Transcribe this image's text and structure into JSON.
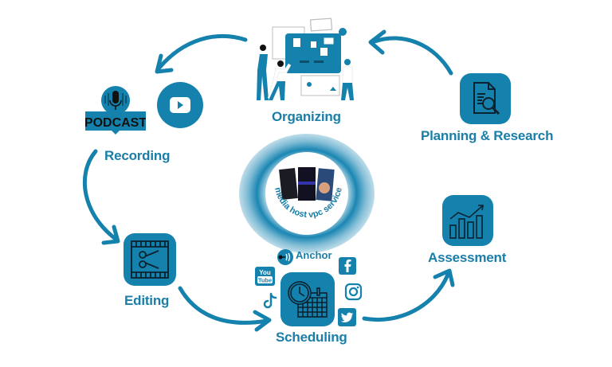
{
  "diagram": {
    "type": "cycle",
    "accent_color": "#1581ad",
    "label_color": "#1a7ea8",
    "center": {
      "text": "media host vpc service",
      "image": "three-phone-screenshots"
    },
    "steps": [
      {
        "id": "planning",
        "label": "Planning & Research",
        "icon": "document-search-icon"
      },
      {
        "id": "organizing",
        "label": "Organizing",
        "icon": "team-board-illustration"
      },
      {
        "id": "recording",
        "label": "Recording",
        "icon": "podcast-and-youtube-icons"
      },
      {
        "id": "editing",
        "label": "Editing",
        "icon": "film-scissors-icon"
      },
      {
        "id": "scheduling",
        "label": "Scheduling",
        "icon": "clock-calendar-icon"
      },
      {
        "id": "assessment",
        "label": "Assessment",
        "icon": "bar-chart-trend-icon"
      }
    ],
    "recording_badges": {
      "podcast": "PODCAST"
    },
    "platforms": [
      {
        "name": "Anchor",
        "icon": "anchor-icon"
      },
      {
        "name": "YouTube",
        "icon": "youtube-icon",
        "text_top": "You",
        "text_bottom": "Tube"
      },
      {
        "name": "TikTok",
        "icon": "tiktok-icon"
      },
      {
        "name": "Facebook",
        "icon": "facebook-icon"
      },
      {
        "name": "Instagram",
        "icon": "instagram-icon"
      },
      {
        "name": "Twitter",
        "icon": "twitter-icon"
      }
    ],
    "flow": [
      "Planning & Research",
      "Organizing",
      "Recording",
      "Editing",
      "Scheduling",
      "Assessment"
    ]
  }
}
